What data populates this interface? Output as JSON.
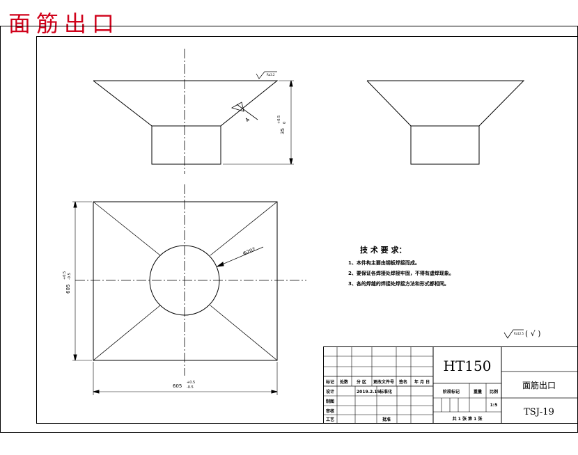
{
  "drawing_title": "面筋出口",
  "dims": {
    "height_dim": "35",
    "height_tol_upper": "+0.5",
    "height_tol_lower": "0",
    "side_dim": "605",
    "side_tol_upper": "+0.5",
    "side_tol_lower": "-0.5",
    "bottom_dim": "605",
    "bottom_tol_upper": "+0.5",
    "bottom_tol_lower": "-0.5",
    "hole_dim": "Φ207",
    "weld_symbol": "4",
    "roughness_top": "Ra3.2"
  },
  "notes": {
    "title": "技 术 要 求：",
    "items": [
      "1、本件构主要由钢板焊接而成。",
      "2、要保证各焊接处焊接牢固，不得有虚焊现象。",
      "3、各的焊缝的焊接处焊接方法和形式都相同。"
    ]
  },
  "roughness_general": {
    "value": "Ra12.5",
    "bracket": "( √ )"
  },
  "title_block": {
    "material": "HT150",
    "part_name": "面筋出口",
    "drawing_no": "TSJ-19",
    "header_row": [
      "标记",
      "处数",
      "分 区",
      "更改文件号",
      "签名",
      "年 月 日"
    ],
    "row_labels": [
      "设计",
      "制图",
      "审核",
      "工艺"
    ],
    "design_date": "2019.2.15",
    "design_sig": "标准化",
    "approve_label": "批准",
    "stage_label": "阶段标记",
    "weight_label": "重量",
    "scale_label": "比例",
    "scale_value": "1:5",
    "sheet_info": "共 1 张  第 1 张"
  }
}
